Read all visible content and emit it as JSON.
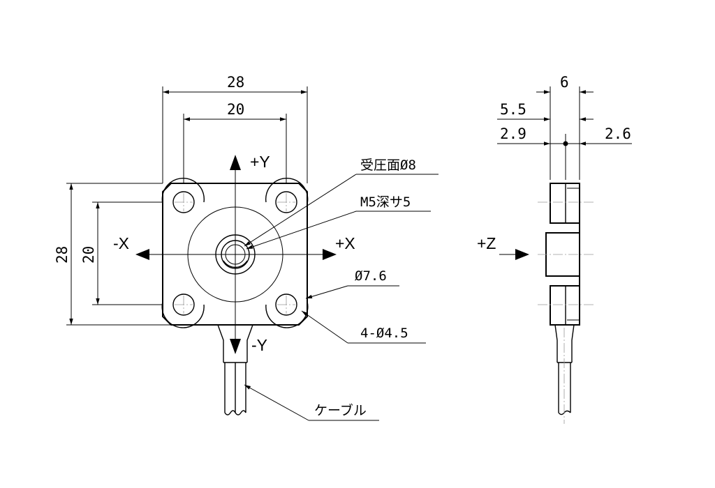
{
  "front_view": {
    "dim_width_overall": "28",
    "dim_width_holes": "20",
    "dim_height_overall": "28",
    "dim_height_holes": "20",
    "axis_plus_y": "+Y",
    "axis_minus_y": "-Y",
    "axis_plus_x": "+X",
    "axis_minus_x": "-X",
    "callout_pressure_face": "受圧面Ø8",
    "callout_thread": "M5深サ5",
    "callout_diameter": "Ø7.6",
    "callout_holes": "4-Ø4.5",
    "callout_cable": "ケーブル"
  },
  "side_view": {
    "dim_thickness": "6",
    "dim_5_5": "5.5",
    "dim_2_9": "2.9",
    "dim_2_6": "2.6",
    "axis_plus_z": "+Z"
  }
}
